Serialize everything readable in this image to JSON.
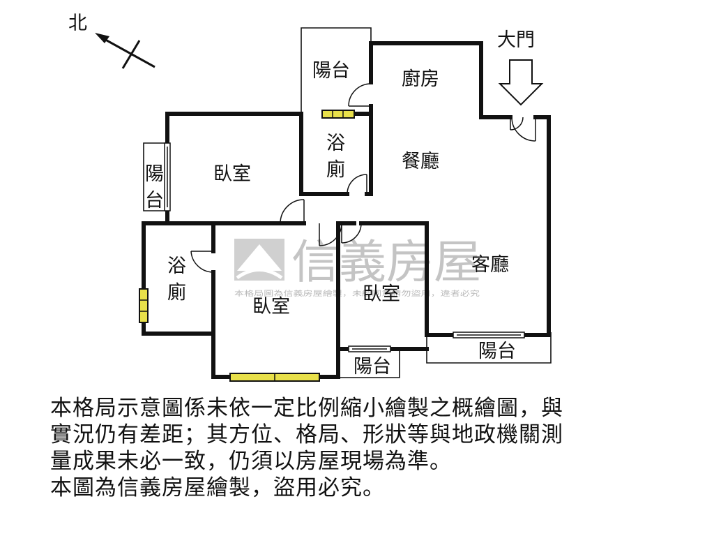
{
  "compass": {
    "north_label": "北"
  },
  "entrance": {
    "label": "大門"
  },
  "rooms": {
    "balcony_top": "陽台",
    "kitchen": "廚房",
    "bath_top_1": "浴",
    "bath_top_2": "廁",
    "dining": "餐廳",
    "bedroom_nw": "臥室",
    "balcony_west_1": "陽",
    "balcony_west_2": "台",
    "bath_west_1": "浴",
    "bath_west_2": "廁",
    "bedroom_sw": "臥室",
    "bedroom_s": "臥室",
    "living": "客廳",
    "balcony_s": "陽台",
    "balcony_se": "陽台"
  },
  "watermark": {
    "brand": "信義房屋",
    "notice": "本格局圖為信義房屋繪製，未經同意請勿盜用，違者必究"
  },
  "disclaimer": {
    "line1": "本格局示意圖係未依一定比例縮小繪製之概繪圖，與",
    "line2": "實況仍有差距；其方位、格局、形狀等與地政機關測",
    "line3": "量成果未必一致，仍須以房屋現場為準。",
    "line4": "本圖為信義房屋繪製，盜用必究。"
  },
  "colors": {
    "wall": "#111111",
    "window": "#e8e04a",
    "watermark": "#c4c4c4"
  }
}
